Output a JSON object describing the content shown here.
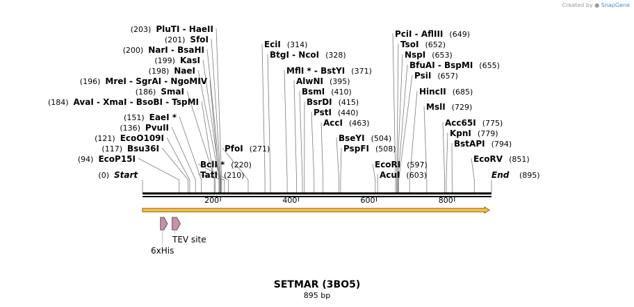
{
  "credit": {
    "prefix": "Created by",
    "brand": "SnapGene"
  },
  "map": {
    "title": "SETMAR (3BO5)",
    "length_label": "895 bp",
    "length": 895,
    "start_label": "Start",
    "start_pos": "(0)",
    "end_label": "End",
    "end_pos": "(895)",
    "ticks": [
      "200",
      "400",
      "600",
      "800"
    ],
    "colors": {
      "backbone": "#000000",
      "arrow_fill": "#f5c242",
      "arrow_stroke": "#8b5a14",
      "feature": "#c592ab",
      "feature_stroke": "#6d4a5c"
    }
  },
  "sites": [
    {
      "name": "PluTI  - HaeII",
      "pos": "(203)"
    },
    {
      "name": "SfoI",
      "pos": "(201)"
    },
    {
      "name": "NarI  - BsaHI",
      "pos": "(200)"
    },
    {
      "name": "KasI",
      "pos": "(199)"
    },
    {
      "name": "NaeI",
      "pos": "(198)"
    },
    {
      "name": "MreI  - SgrAI  - NgoMIV",
      "pos": "(196)"
    },
    {
      "name": "SmaI",
      "pos": "(186)"
    },
    {
      "name": "AvaI  - XmaI  - BsoBI  - TspMI",
      "pos": "(184)"
    },
    {
      "name": "EaeI *",
      "pos": "(151)"
    },
    {
      "name": "PvuII",
      "pos": "(136)"
    },
    {
      "name": "EcoO109I",
      "pos": "(121)"
    },
    {
      "name": "Bsu36I",
      "pos": "(117)"
    },
    {
      "name": "EcoP15I",
      "pos": "(94)"
    },
    {
      "name": "BclI *",
      "pos": "(220)"
    },
    {
      "name": "TatI",
      "pos": "(210)"
    },
    {
      "name": "PfoI",
      "pos": "(271)"
    },
    {
      "name": "EciI",
      "pos": "(314)"
    },
    {
      "name": "BtgI  - NcoI",
      "pos": "(328)"
    },
    {
      "name": "MflI *  - BstYI",
      "pos": "(371)"
    },
    {
      "name": "AlwNI",
      "pos": "(395)"
    },
    {
      "name": "BsmI",
      "pos": "(410)"
    },
    {
      "name": "BsrDI",
      "pos": "(415)"
    },
    {
      "name": "PstI",
      "pos": "(440)"
    },
    {
      "name": "AccI",
      "pos": "(463)"
    },
    {
      "name": "BseYI",
      "pos": "(504)"
    },
    {
      "name": "PspFI",
      "pos": "(508)"
    },
    {
      "name": "EcoRI",
      "pos": "(597)"
    },
    {
      "name": "AcuI",
      "pos": "(603)"
    },
    {
      "name": "PciI  - AflIII",
      "pos": "(649)"
    },
    {
      "name": "TsoI",
      "pos": "(652)"
    },
    {
      "name": "NspI",
      "pos": "(653)"
    },
    {
      "name": "BfuAI  - BspMI",
      "pos": "(655)"
    },
    {
      "name": "PsiI",
      "pos": "(657)"
    },
    {
      "name": "HincII",
      "pos": "(685)"
    },
    {
      "name": "MslI",
      "pos": "(729)"
    },
    {
      "name": "Acc65I",
      "pos": "(775)"
    },
    {
      "name": "KpnI",
      "pos": "(779)"
    },
    {
      "name": "BstAPI",
      "pos": "(794)"
    },
    {
      "name": "EcoRV",
      "pos": "(851)"
    }
  ],
  "features": [
    {
      "name": "6xHis",
      "start": 46,
      "end": 64
    },
    {
      "name": "TEV site",
      "start": 76,
      "end": 97
    }
  ]
}
